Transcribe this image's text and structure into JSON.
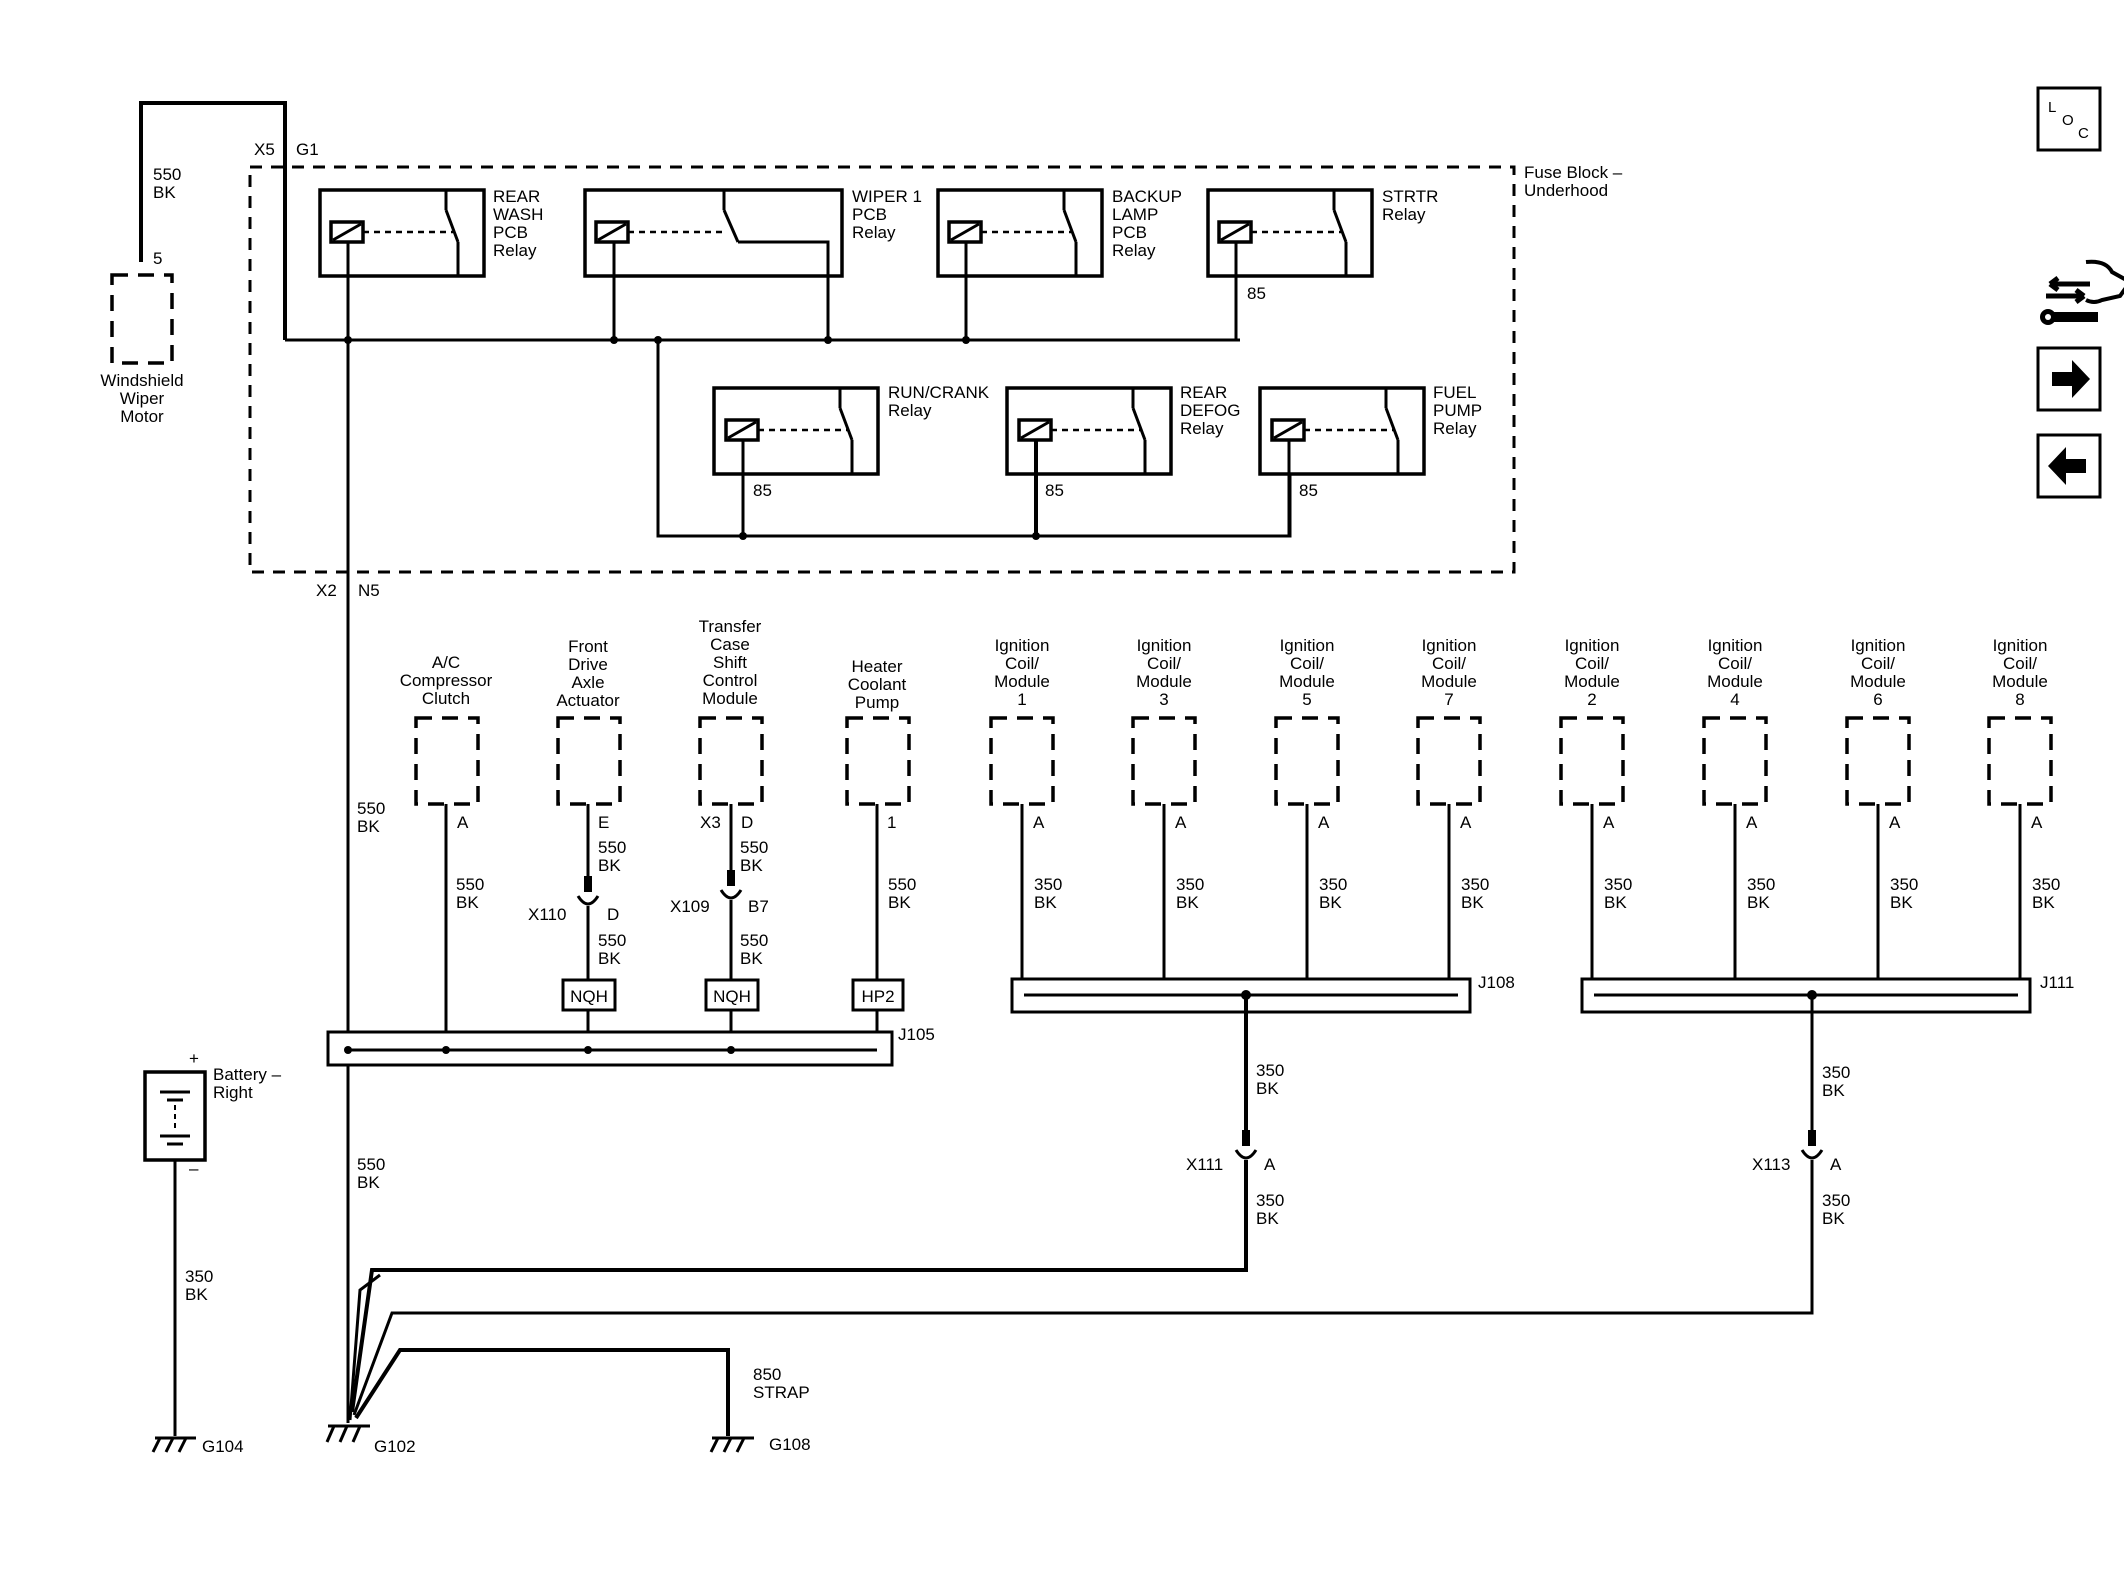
{
  "fuse_block": {
    "line1": "Fuse Block –",
    "line2": "Underhood"
  },
  "top_connector": {
    "conn": "X5",
    "pin": "G1"
  },
  "bottom_connector": {
    "conn": "X2",
    "pin": "N5"
  },
  "wiper_motor": {
    "pin": "5",
    "wire_gauge": "550",
    "wire_color": "BK",
    "name": [
      "Windshield",
      "Wiper",
      "Motor"
    ]
  },
  "relays_top": [
    {
      "id": "rear-wash",
      "name": [
        "REAR",
        "WASH",
        "PCB",
        "Relay"
      ],
      "pin": ""
    },
    {
      "id": "wiper-1",
      "name": [
        "WIPER 1",
        "PCB",
        "Relay"
      ],
      "pin": ""
    },
    {
      "id": "backup-lamp",
      "name": [
        "BACKUP",
        "LAMP",
        "PCB",
        "Relay"
      ],
      "pin": ""
    },
    {
      "id": "strtr",
      "name": [
        "STRTR",
        "Relay"
      ],
      "pin": "85"
    }
  ],
  "relays_bottom": [
    {
      "id": "run-crank",
      "name": [
        "RUN/CRANK",
        "Relay"
      ],
      "pin": "85"
    },
    {
      "id": "rear-defog",
      "name": [
        "REAR",
        "DEFOG",
        "Relay"
      ],
      "pin": "85"
    },
    {
      "id": "fuel-pump",
      "name": [
        "FUEL",
        "PUMP",
        "Relay"
      ],
      "pin": "85"
    }
  ],
  "main_wire_upper": {
    "gauge": "550",
    "color": "BK"
  },
  "main_wire_lower": {
    "gauge": "550",
    "color": "BK"
  },
  "components_left": [
    {
      "id": "ac-compressor",
      "name": [
        "A/C",
        "Compressor",
        "Clutch"
      ],
      "pin": "A",
      "wire": [
        "550",
        "BK"
      ]
    },
    {
      "id": "front-drive-axle",
      "name": [
        "Front",
        "Drive",
        "Axle",
        "Actuator"
      ],
      "pin": "E",
      "wire": [
        "550",
        "BK"
      ],
      "inline": {
        "conn": "X110",
        "pin": "D",
        "wire2": [
          "550",
          "BK"
        ]
      },
      "tag": "NQH"
    },
    {
      "id": "transfer-case",
      "name": [
        "Transfer",
        "Case",
        "Shift",
        "Control",
        "Module"
      ],
      "pin": "D",
      "pin_prefix": "X3",
      "wire": [
        "550",
        "BK"
      ],
      "inline": {
        "conn": "X109",
        "pin": "B7",
        "wire2": [
          "550",
          "BK"
        ]
      },
      "tag": "NQH"
    },
    {
      "id": "heater-coolant-pump",
      "name": [
        "Heater",
        "Coolant",
        "Pump"
      ],
      "pin": "1",
      "wire": [
        "550",
        "BK"
      ],
      "tag": "HP2"
    }
  ],
  "splice_j105": "J105",
  "ignition_coils": [
    {
      "name": [
        "Ignition",
        "Coil/",
        "Module",
        "1"
      ],
      "pin": "A",
      "wire": [
        "350",
        "BK"
      ]
    },
    {
      "name": [
        "Ignition",
        "Coil/",
        "Module",
        "3"
      ],
      "pin": "A",
      "wire": [
        "350",
        "BK"
      ]
    },
    {
      "name": [
        "Ignition",
        "Coil/",
        "Module",
        "5"
      ],
      "pin": "A",
      "wire": [
        "350",
        "BK"
      ]
    },
    {
      "name": [
        "Ignition",
        "Coil/",
        "Module",
        "7"
      ],
      "pin": "A",
      "wire": [
        "350",
        "BK"
      ]
    },
    {
      "name": [
        "Ignition",
        "Coil/",
        "Module",
        "2"
      ],
      "pin": "A",
      "wire": [
        "350",
        "BK"
      ]
    },
    {
      "name": [
        "Ignition",
        "Coil/",
        "Module",
        "4"
      ],
      "pin": "A",
      "wire": [
        "350",
        "BK"
      ]
    },
    {
      "name": [
        "Ignition",
        "Coil/",
        "Module",
        "6"
      ],
      "pin": "A",
      "wire": [
        "350",
        "BK"
      ]
    },
    {
      "name": [
        "Ignition",
        "Coil/",
        "Module",
        "8"
      ],
      "pin": "A",
      "wire": [
        "350",
        "BK"
      ]
    }
  ],
  "splice_j108": "J108",
  "splice_j111": "J111",
  "x111": {
    "conn": "X111",
    "pin": "A",
    "wire_upper": [
      "350",
      "BK"
    ],
    "wire_lower": [
      "350",
      "BK"
    ]
  },
  "x113": {
    "conn": "X113",
    "pin": "A",
    "wire_upper": [
      "350",
      "BK"
    ],
    "wire_lower": [
      "350",
      "BK"
    ]
  },
  "battery": {
    "name": [
      "Battery –",
      "Right"
    ],
    "plus": "+",
    "minus": "–",
    "wire": [
      "350",
      "BK"
    ],
    "ground": "G104"
  },
  "ground_main": "G102",
  "strap": {
    "wire": [
      "850",
      "STRAP"
    ],
    "ground": "G108"
  },
  "loc_label": {
    "l": "L",
    "o": "O",
    "c": "C"
  },
  "icons": [
    "loc-icon",
    "connector-tool-icon",
    "arrow-right-icon",
    "arrow-left-icon"
  ]
}
